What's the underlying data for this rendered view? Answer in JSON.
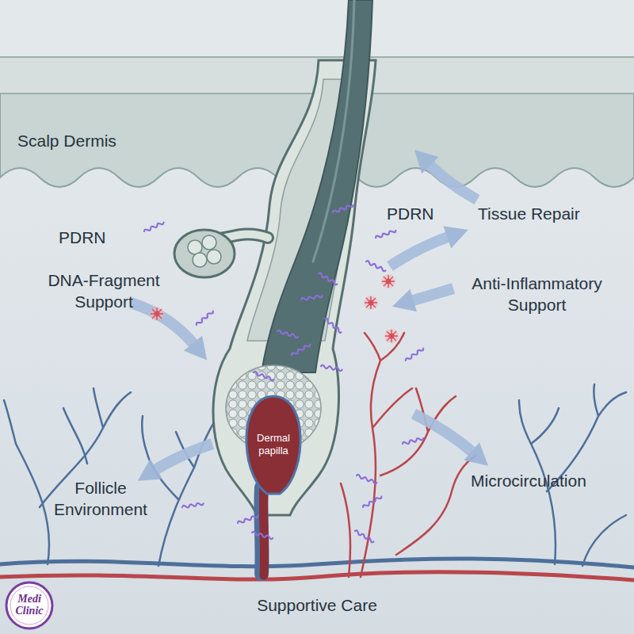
{
  "diagram": {
    "nodes": [
      {
        "text": [
          "Dermal papilla"
        ]
      },
      {
        "text": [
          "Medi Clinic"
        ]
      }
    ],
    "labels": [
      "Scalp Dermis",
      "PDRN",
      "DNA-Fragment Support",
      "PDRN",
      "Tissue Repair",
      "Anti-Inflammatory Support",
      "Follicle Environment",
      "Microcirculation",
      "Supportive Care"
    ]
  }
}
